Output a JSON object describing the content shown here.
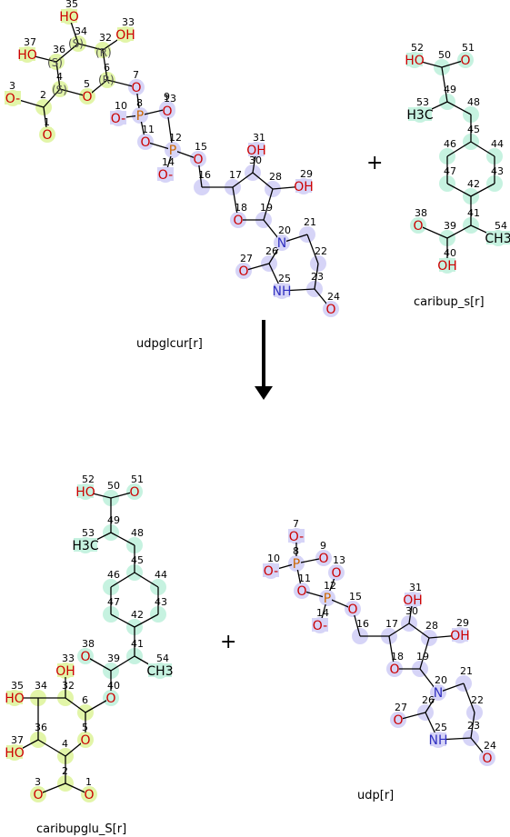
{
  "captions": {
    "udpglcur": "udpglcur[r]",
    "caribup": "caribup_s[r]",
    "caribupglu": "caribupglu_S[r]",
    "udp": "udp[r]"
  },
  "plus_signs": [
    "+",
    "+"
  ],
  "stereo_labels": [
    "(S)",
    "(S)",
    "(R)",
    "(S)",
    "(R)"
  ],
  "colors": {
    "yellow_green": "#e2f5a8",
    "lavender": "#d6d4f7",
    "mint": "#c6f2e0",
    "oxygen": "#cc0000",
    "nitrogen": "#3030c0",
    "phosphorus": "#cc6600",
    "arrow": "#000000"
  },
  "molecules": {
    "udpglcur": {
      "atoms": [
        {
          "n": "35",
          "label": "HO"
        },
        {
          "n": "33",
          "label": "OH"
        },
        {
          "n": "34",
          "label": ""
        },
        {
          "n": "32",
          "label": ""
        },
        {
          "n": "37",
          "label": "HO"
        },
        {
          "n": "36",
          "label": ""
        },
        {
          "n": "3",
          "label": "O-"
        },
        {
          "n": "4",
          "label": ""
        },
        {
          "n": "6",
          "label": ""
        },
        {
          "n": "2",
          "label": ""
        },
        {
          "n": "5",
          "label": "O"
        },
        {
          "n": "1",
          "label": "O"
        },
        {
          "n": "7",
          "label": "O"
        },
        {
          "n": "8",
          "label": "P"
        },
        {
          "n": "9",
          "label": "O"
        },
        {
          "n": "13",
          "label": "O"
        },
        {
          "n": "10",
          "label": "O-"
        },
        {
          "n": "12",
          "label": "P"
        },
        {
          "n": "11",
          "label": "O"
        },
        {
          "n": "15",
          "label": "O"
        },
        {
          "n": "14",
          "label": "O-"
        },
        {
          "n": "16",
          "label": ""
        },
        {
          "n": "17",
          "label": ""
        },
        {
          "n": "30",
          "label": ""
        },
        {
          "n": "31",
          "label": "OH"
        },
        {
          "n": "28",
          "label": ""
        },
        {
          "n": "29",
          "label": "OH"
        },
        {
          "n": "18",
          "label": "O"
        },
        {
          "n": "19",
          "label": ""
        },
        {
          "n": "20",
          "label": "N"
        },
        {
          "n": "21",
          "label": ""
        },
        {
          "n": "22",
          "label": ""
        },
        {
          "n": "26",
          "label": ""
        },
        {
          "n": "27",
          "label": "O"
        },
        {
          "n": "25",
          "label": "NH"
        },
        {
          "n": "23",
          "label": ""
        },
        {
          "n": "24",
          "label": "O"
        }
      ]
    },
    "caribup": {
      "atoms": [
        {
          "n": "52",
          "label": "HO"
        },
        {
          "n": "50",
          "label": ""
        },
        {
          "n": "51",
          "label": "O"
        },
        {
          "n": "49",
          "label": ""
        },
        {
          "n": "53",
          "label": "H3C"
        },
        {
          "n": "48",
          "label": ""
        },
        {
          "n": "45",
          "label": ""
        },
        {
          "n": "46",
          "label": ""
        },
        {
          "n": "44",
          "label": ""
        },
        {
          "n": "47",
          "label": ""
        },
        {
          "n": "43",
          "label": ""
        },
        {
          "n": "42",
          "label": ""
        },
        {
          "n": "41",
          "label": ""
        },
        {
          "n": "54",
          "label": "CH3"
        },
        {
          "n": "39",
          "label": ""
        },
        {
          "n": "38",
          "label": "O"
        },
        {
          "n": "40",
          "label": "OH"
        }
      ]
    },
    "caribupglu": {
      "atoms": [
        {
          "n": "52",
          "label": "HO"
        },
        {
          "n": "50",
          "label": ""
        },
        {
          "n": "51",
          "label": "O"
        },
        {
          "n": "49",
          "label": ""
        },
        {
          "n": "53",
          "label": "H3C"
        },
        {
          "n": "48",
          "label": ""
        },
        {
          "n": "45",
          "label": ""
        },
        {
          "n": "46",
          "label": ""
        },
        {
          "n": "44",
          "label": ""
        },
        {
          "n": "47",
          "label": ""
        },
        {
          "n": "43",
          "label": ""
        },
        {
          "n": "42",
          "label": ""
        },
        {
          "n": "41",
          "label": ""
        },
        {
          "n": "54",
          "label": "CH3"
        },
        {
          "n": "39",
          "label": ""
        },
        {
          "n": "38",
          "label": "O"
        },
        {
          "n": "33",
          "label": "OH"
        },
        {
          "n": "40",
          "label": "O"
        },
        {
          "n": "35",
          "label": "HO"
        },
        {
          "n": "34",
          "label": ""
        },
        {
          "n": "32",
          "label": ""
        },
        {
          "n": "6",
          "label": ""
        },
        {
          "n": "37",
          "label": "HO"
        },
        {
          "n": "36",
          "label": ""
        },
        {
          "n": "5",
          "label": "O"
        },
        {
          "n": "4",
          "label": ""
        },
        {
          "n": "3",
          "label": "O"
        },
        {
          "n": "2",
          "label": ""
        },
        {
          "n": "1",
          "label": "O"
        }
      ]
    },
    "udp": {
      "atoms": [
        {
          "n": "7",
          "label": "O-"
        },
        {
          "n": "8",
          "label": "P"
        },
        {
          "n": "9",
          "label": "O"
        },
        {
          "n": "13",
          "label": "O"
        },
        {
          "n": "10",
          "label": "O-"
        },
        {
          "n": "12",
          "label": "P"
        },
        {
          "n": "11",
          "label": "O"
        },
        {
          "n": "15",
          "label": "O"
        },
        {
          "n": "14",
          "label": "O-"
        },
        {
          "n": "16",
          "label": ""
        },
        {
          "n": "17",
          "label": ""
        },
        {
          "n": "30",
          "label": ""
        },
        {
          "n": "31",
          "label": "OH"
        },
        {
          "n": "28",
          "label": ""
        },
        {
          "n": "29",
          "label": "OH"
        },
        {
          "n": "18",
          "label": "O"
        },
        {
          "n": "19",
          "label": ""
        },
        {
          "n": "20",
          "label": "N"
        },
        {
          "n": "21",
          "label": ""
        },
        {
          "n": "22",
          "label": ""
        },
        {
          "n": "26",
          "label": ""
        },
        {
          "n": "27",
          "label": "O"
        },
        {
          "n": "25",
          "label": "NH"
        },
        {
          "n": "23",
          "label": ""
        },
        {
          "n": "24",
          "label": "O"
        }
      ]
    }
  }
}
